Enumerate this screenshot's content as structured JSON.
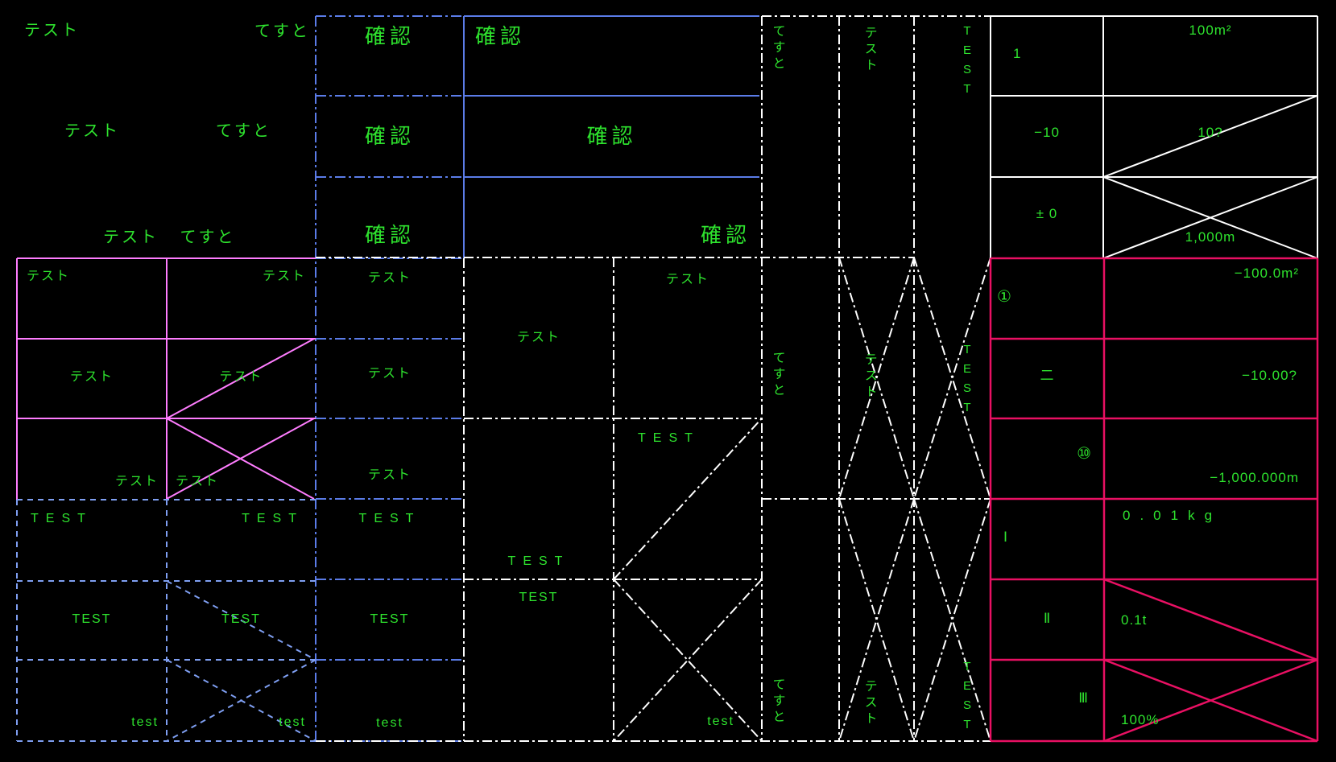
{
  "colors": {
    "background": "#000000",
    "text_green": "#2ee32e",
    "blue": "#5b7ce8",
    "light_blue": "#7f9ff2",
    "magenta": "#ff7dff",
    "white": "#ffffff",
    "crimson": "#e91063"
  },
  "free_labels": {
    "r1_kata": "テスト",
    "r1_hira": "てすと",
    "r2_kata": "テスト",
    "r2_hira": "てすと",
    "r3_pair": "テスト てすと"
  },
  "blue_table": {
    "r1c1": "確認",
    "r1c2": "確認",
    "r2c1": "確認",
    "r2c2": "確認",
    "r3c1": "確認",
    "r3c2": "確認"
  },
  "magenta_table": {
    "r1c1": "テスト",
    "r1c2": "テスト",
    "r2c1": "テスト",
    "r2c2": "テスト",
    "r3c1": "テスト",
    "r3c2": "テスト"
  },
  "narrow_column": {
    "r1": "テスト",
    "r2": "テスト",
    "r3": "テスト",
    "r4": "TEST",
    "r5": "TEST",
    "r6": "test"
  },
  "dotted_table": {
    "r1c1": "TEST",
    "r1c2": "TEST",
    "r2c1": "TEST",
    "r2c2": "TEST",
    "r3c1": "test",
    "r3c2": "test"
  },
  "middle_table": {
    "a1": "テスト",
    "b1": "テスト",
    "a2": "TEST",
    "b2": "TEST",
    "a3": "TEST",
    "b3": "test"
  },
  "vertical_labels": {
    "hiragana": "てすと",
    "katakana": "テスト",
    "latin": "TEST"
  },
  "top_right_table": {
    "r1c1": "1",
    "r1c2": "100m²",
    "r2c1": "−10",
    "r2c2": "10?",
    "r3c1": "± 0",
    "r3c2": "1,000m"
  },
  "crimson_table": {
    "r1_label": "①",
    "r1_value": "−100.0m²",
    "r2_label": "二",
    "r2_value": "−10.00?",
    "r3_label": "⑩",
    "r3_value": "−1,000.000m",
    "r4_label": "Ⅰ",
    "r4_value": "0.01kg",
    "r5_label": "Ⅱ",
    "r5_value": "0.1t",
    "r6_label": "Ⅲ",
    "r6_value": "100%"
  }
}
